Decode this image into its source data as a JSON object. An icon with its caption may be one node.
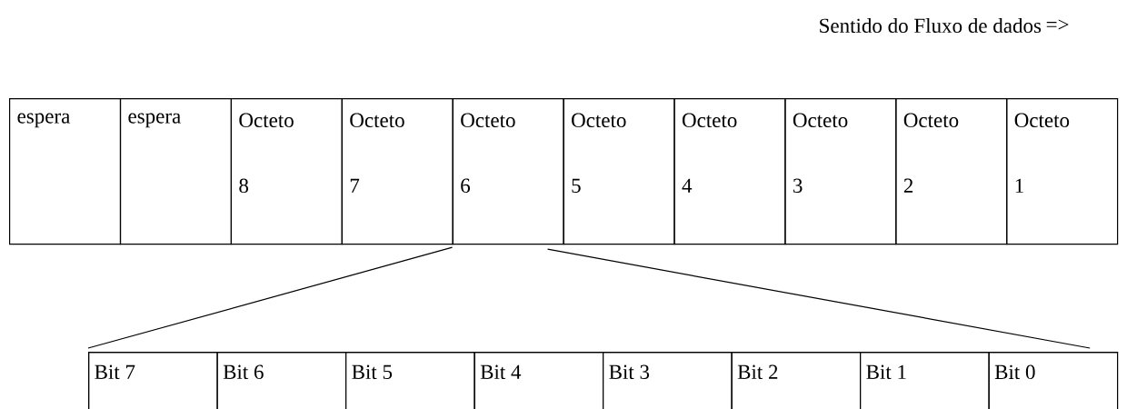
{
  "diagram": {
    "nodes": [
      {
        "text": [
          "espera"
        ]
      },
      {
        "text": [
          "espera"
        ]
      },
      {
        "text": [
          "Octeto 8"
        ]
      },
      {
        "text": [
          "Octeto 7"
        ]
      },
      {
        "text": [
          "Octeto 6"
        ]
      },
      {
        "text": [
          "Octeto 5"
        ]
      },
      {
        "text": [
          "Octeto 4"
        ]
      },
      {
        "text": [
          "Octeto 3"
        ]
      },
      {
        "text": [
          "Octeto 2"
        ]
      },
      {
        "text": [
          "Octeto 1"
        ]
      },
      {
        "text": [],
        "shape": "box"
      },
      {
        "text": [
          "Bit 7"
        ],
        "in": 10
      },
      {
        "text": [
          "Bit 6"
        ],
        "in": 10
      },
      {
        "text": [
          "Bit 5"
        ],
        "in": 10
      },
      {
        "text": [
          "Bit 4"
        ],
        "in": 10
      },
      {
        "text": [
          "Bit 3"
        ],
        "in": 10
      },
      {
        "text": [
          "Bit 2"
        ],
        "in": 10
      },
      {
        "text": [
          "Bit 1"
        ],
        "in": 10
      },
      {
        "text": [
          "Bit 0"
        ],
        "in": 10
      }
    ],
    "edges": [
      {
        "from": 4,
        "to": 10,
        "arrow": "none"
      },
      {
        "from": 4,
        "to": 10,
        "arrow": "none"
      }
    ],
    "labels": [
      "Sentido do Fluxo de dados",
      "=>"
    ]
  }
}
